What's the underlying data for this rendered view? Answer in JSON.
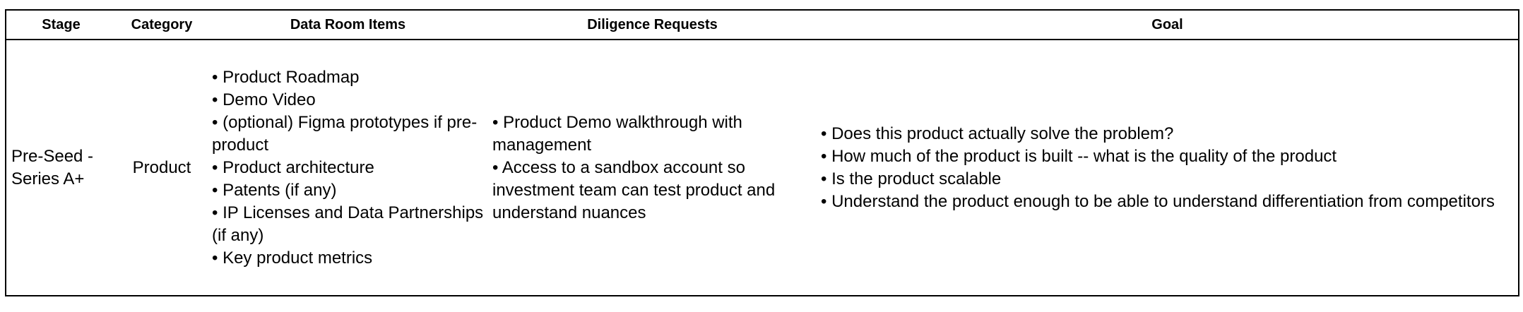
{
  "table": {
    "headers": {
      "stage": "Stage",
      "category": "Category",
      "items": "Data Room Items",
      "requests": "Diligence Requests",
      "goal": "Goal"
    },
    "rows": [
      {
        "stage": "Pre-Seed - Series A+",
        "category": "Product",
        "data_room_items": [
          "Product Roadmap",
          "Demo Video",
          "(optional) Figma prototypes if pre-product",
          "Product architecture",
          "Patents (if any)",
          "IP Licenses and Data Partnerships (if any)",
          "Key product metrics"
        ],
        "diligence_requests": [
          "Product Demo walkthrough with management",
          "Access to a sandbox account so investment team can test product and understand nuances"
        ],
        "goal": [
          "Does this product actually solve the problem?",
          "How much of the product is built -- what is the quality of the product",
          "Is the product scalable",
          "Understand the product enough to be able to understand differentiation from competitors"
        ]
      }
    ]
  },
  "bullet_char": "•"
}
